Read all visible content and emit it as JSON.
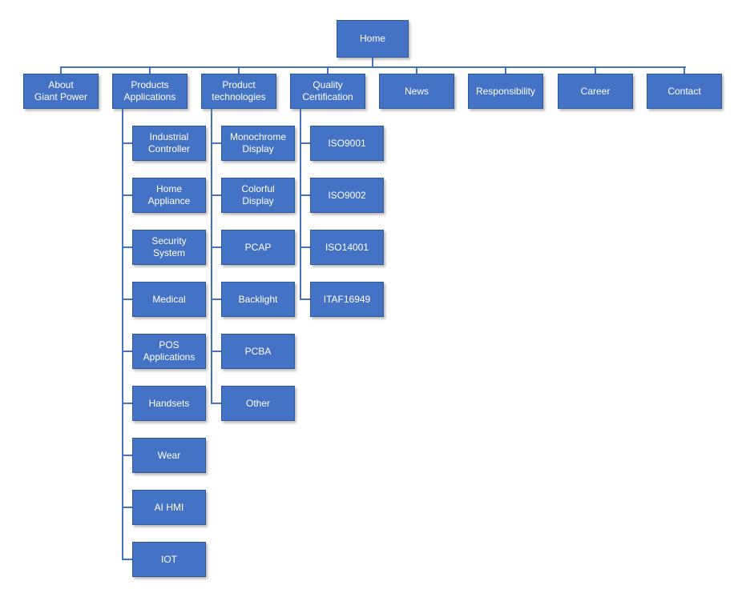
{
  "colors": {
    "node_fill": "#4472C4",
    "node_border": "#2F5897",
    "node_text": "#FFFFFF",
    "connector": "#4472C4",
    "background": "#FFFFFF"
  },
  "sitemap": {
    "root": {
      "label": "Home"
    },
    "branches": [
      {
        "label": "About\nGiant Power",
        "children": []
      },
      {
        "label": "Products\nApplications",
        "children": [
          {
            "label": "Industrial\nController"
          },
          {
            "label": "Home\nAppliance"
          },
          {
            "label": "Security\nSystem"
          },
          {
            "label": "Medical"
          },
          {
            "label": "POS\nApplications"
          },
          {
            "label": "Handsets"
          },
          {
            "label": "Wear"
          },
          {
            "label": "AI HMI"
          },
          {
            "label": "IOT"
          }
        ]
      },
      {
        "label": "Product\ntechnologies",
        "children": [
          {
            "label": "Monochrome\nDisplay"
          },
          {
            "label": "Colorful\nDisplay"
          },
          {
            "label": "PCAP"
          },
          {
            "label": "Backlight"
          },
          {
            "label": "PCBA"
          },
          {
            "label": "Other"
          }
        ]
      },
      {
        "label": "Quality\nCertification",
        "children": [
          {
            "label": "ISO9001"
          },
          {
            "label": "ISO9002"
          },
          {
            "label": "ISO14001"
          },
          {
            "label": "ITAF16949"
          }
        ]
      },
      {
        "label": "News",
        "children": []
      },
      {
        "label": "Responsibility",
        "children": []
      },
      {
        "label": "Career",
        "children": []
      },
      {
        "label": "Contact",
        "children": []
      }
    ]
  }
}
